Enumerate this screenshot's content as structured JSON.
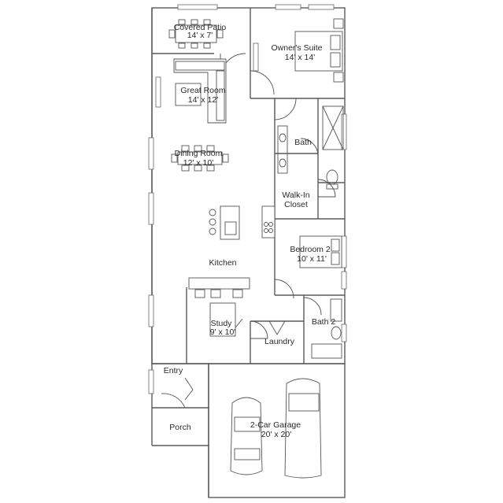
{
  "plan": {
    "rooms": [
      {
        "id": "covered-patio",
        "name": "Covered Patio",
        "dims": "14' x 7'"
      },
      {
        "id": "owners-suite",
        "name": "Owner's Suite",
        "dims": "14' x 14'"
      },
      {
        "id": "great-room",
        "name": "Great Room",
        "dims": "14' x 12'"
      },
      {
        "id": "bath",
        "name": "Bath",
        "dims": ""
      },
      {
        "id": "dining-room",
        "name": "Dining Room",
        "dims": "12' x 10'"
      },
      {
        "id": "walk-in-closet",
        "name": "Walk-In Closet",
        "dims": ""
      },
      {
        "id": "bedroom-2",
        "name": "Bedroom 2",
        "dims": "10' x 11'"
      },
      {
        "id": "kitchen",
        "name": "Kitchen",
        "dims": ""
      },
      {
        "id": "study",
        "name": "Study",
        "dims": "9' x 10'"
      },
      {
        "id": "bath-2",
        "name": "Bath 2",
        "dims": ""
      },
      {
        "id": "laundry",
        "name": "Laundry",
        "dims": ""
      },
      {
        "id": "entry",
        "name": "Entry",
        "dims": ""
      },
      {
        "id": "porch",
        "name": "Porch",
        "dims": ""
      },
      {
        "id": "garage",
        "name": "2-Car Garage",
        "dims": "20' x 20'"
      }
    ]
  }
}
